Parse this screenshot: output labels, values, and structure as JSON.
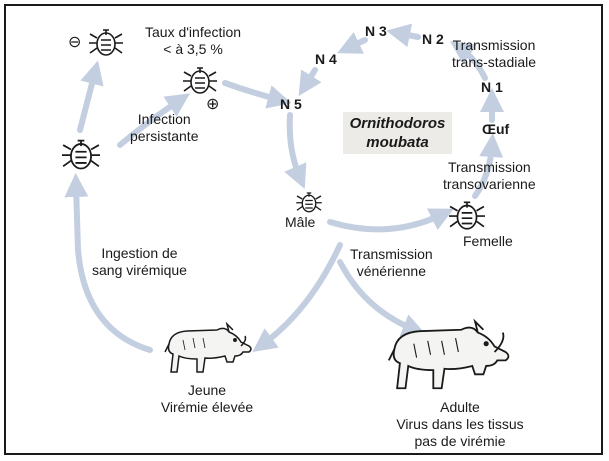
{
  "species": "Ornithodoros\nmoubata",
  "stages": {
    "n1": "N 1",
    "n2": "N 2",
    "n3": "N 3",
    "n4": "N 4",
    "n5": "N 5",
    "oeuf": "Œuf"
  },
  "labels": {
    "transmission_transstadiale": "Transmission\ntrans-stadiale",
    "transmission_transovarienne": "Transmission\ntransovarienne",
    "transmission_venerienne": "Transmission\nvénérienne",
    "taux_infection": "Taux d'infection\n< à 3,5 %",
    "infection_persistante": "Infection\npersistante",
    "ingestion": "Ingestion de\nsang virémique",
    "male": "Mâle",
    "femelle": "Femelle",
    "jeune": "Jeune\nVirémie élevée",
    "adulte": "Adulte\nVirus dans les tissus\npas de virémie",
    "minus_sign": "⊖",
    "plus_sign": "⊕"
  },
  "colors": {
    "arrow": "#c3cfe0",
    "text": "#1a1a1a",
    "species_box": "#ecebe7"
  },
  "icons": [
    "tick-icon",
    "warthog-icon"
  ]
}
